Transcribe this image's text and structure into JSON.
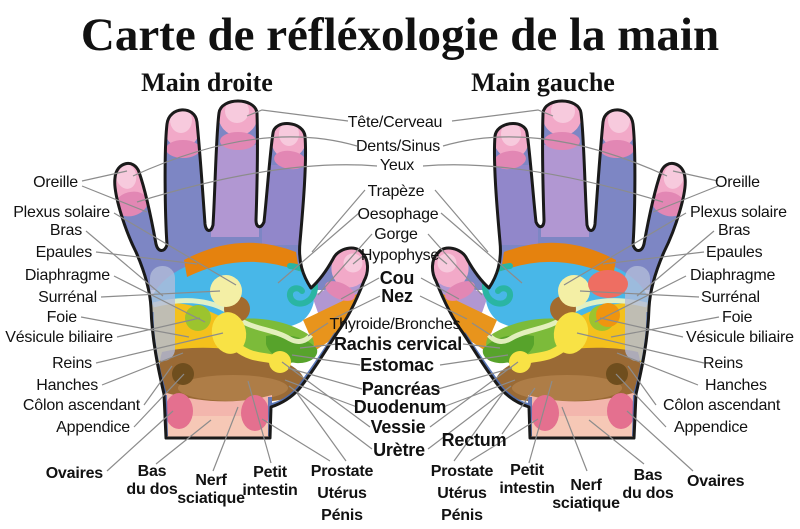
{
  "title": "Carte de réfléxologie de la main",
  "hands": {
    "right_title": "Main droite",
    "left_title": "Main gauche"
  },
  "side_labels": [
    "Oreille",
    "Plexus solaire",
    "Bras",
    "Epaules",
    "Diaphragme",
    "Surrénal",
    "Foie",
    "Vésicule biliaire",
    "Reins",
    "Hanches",
    "Côlon ascendant",
    "Appendice"
  ],
  "ovaires_label": "Ovaires",
  "center_labels": [
    "Tête/Cerveau",
    "Dents/Sinus",
    "Yeux",
    "Trapèze",
    "Oesophage",
    "Gorge",
    "Hypophyse",
    "Cou",
    "Nez",
    "Thyroide/Bronches",
    "Rachis cervical",
    "Estomac",
    "Pancréas",
    "Duodenum",
    "Vessie",
    "Urètre"
  ],
  "bottom_labels": {
    "rectum": "Rectum",
    "prostate": [
      "Prostate",
      "Utérus",
      "Pénis"
    ],
    "bas_du_dos": [
      "Bas",
      "du dos"
    ],
    "nerf_sciatique": [
      "Nerf",
      "sciatique"
    ],
    "petit_intestin": [
      "Petit",
      "intestin"
    ]
  },
  "colors": {
    "outline": "#1a1a1a",
    "leader": "#8c8c8c",
    "text": "#111111",
    "fingertip_pink": "#f2a9c8",
    "finger_band_pink": "#e287b4",
    "fingertip_light": "#f7cadd",
    "periwinkle": "#7d86c4",
    "lavender": "#b197d2",
    "index_purple": "#9187ca",
    "shoulder_orange": "#e5820e",
    "lung_blue": "#48b7e8",
    "teal": "#2ab5a3",
    "arm_gray": "#b2bbd9",
    "liver_yellow": "#f4c11c",
    "gallbladder_green": "#9cc42e",
    "stomach_green": "#7cbb3a",
    "stomach_green_dark": "#57a32b",
    "cream": "#e9f2c4",
    "intestine_brown": "#9a6a35",
    "intestine_brown_light": "#b08049",
    "appendix_brown": "#6f4e1e",
    "estomac_brown": "#a26b2e",
    "wrist_pink": "#f3b6ad",
    "wrist_pink_light": "#f6c8b6",
    "wrist_oval": "#e4708f",
    "organ_yellow": "#f8e245",
    "solar_cream": "#f4efa5",
    "thumb_orange": "#e8941c",
    "edge_blue": "#4a6cb3",
    "heart_red": "#ee6e62",
    "heart_orange": "#f0950f"
  }
}
